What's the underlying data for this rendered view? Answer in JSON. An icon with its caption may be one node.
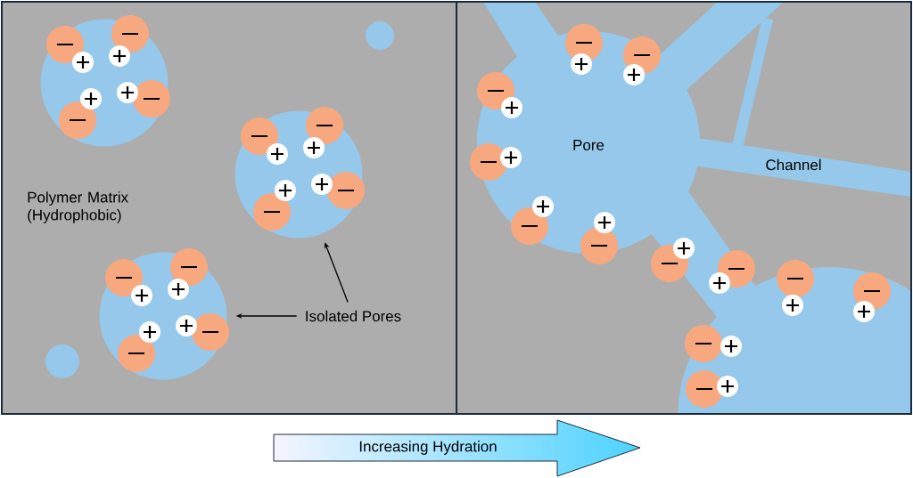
{
  "diagram": {
    "nodes": [
      {
        "text": [],
        "shape": "circle"
      },
      {
        "text": [],
        "shape": "circle"
      },
      {
        "text": [],
        "shape": "circle"
      },
      {
        "text": [
          "Isolated Pores"
        ]
      },
      {
        "text": [
          "Increasing Hydration"
        ]
      }
    ],
    "edges": [
      {
        "from": 3,
        "to": 1,
        "arrow": "to"
      },
      {
        "from": 3,
        "to": 2,
        "arrow": "to"
      }
    ],
    "labels": [
      "Polymer Matrix (Hydrophobic)",
      "Pore",
      "Channel"
    ]
  }
}
